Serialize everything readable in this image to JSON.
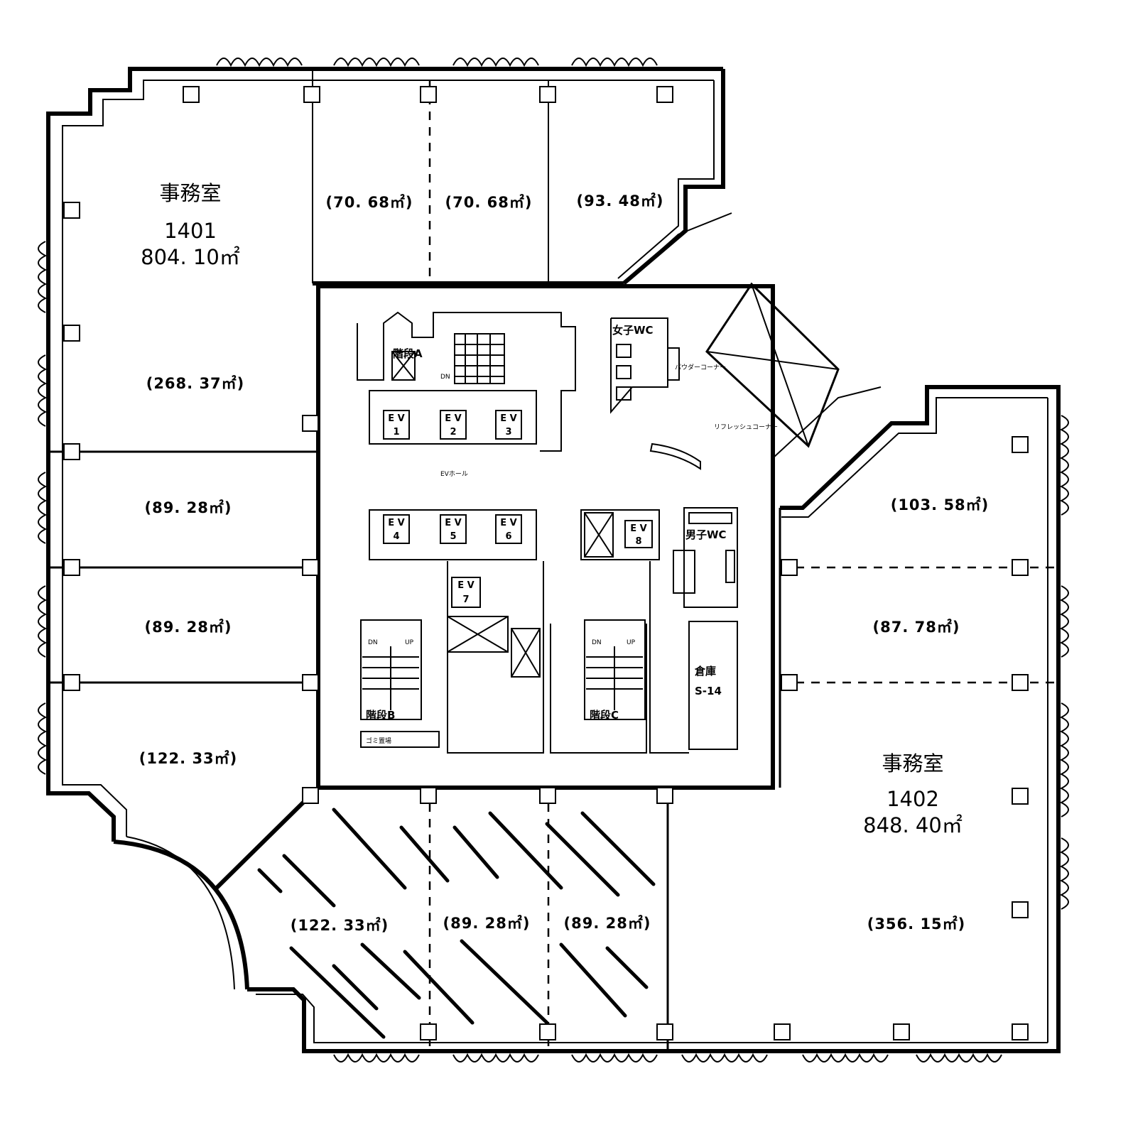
{
  "units": {
    "u1401": {
      "name": "事務室",
      "number": "1401",
      "total": "804. 10㎡"
    },
    "u1402": {
      "name": "事務室",
      "number": "1402",
      "total": "848. 40㎡"
    }
  },
  "areas": {
    "n1": "(70. 68㎡)",
    "n2": "(70. 68㎡)",
    "n3": "(93. 48㎡)",
    "w1": "(268. 37㎡)",
    "w2": "(89. 28㎡)",
    "w3": "(89. 28㎡)",
    "w4": "(122. 33㎡)",
    "s1": "(122. 33㎡)",
    "s2": "(89. 28㎡)",
    "s3": "(89. 28㎡)",
    "e1": "(103. 58㎡)",
    "e2": "(87. 78㎡)",
    "e3": "(356. 15㎡)"
  },
  "core": {
    "stairs_a": "階段A",
    "stairs_b": "階段B",
    "stairs_c": "階段C",
    "womens_wc": "女子WC",
    "mens_wc": "男子WC",
    "storage": "倉庫",
    "storage_code": "S-14",
    "garbage": "ゴミ置場",
    "ev_hall": "EVホール",
    "powder_corner": "パウダーコーナー",
    "refresh_corner": "リフレッシュコーナー",
    "dn": "DN",
    "up": "UP",
    "ev_label": "E V",
    "ev_numbers": [
      "1",
      "2",
      "3",
      "4",
      "5",
      "6",
      "7",
      "8"
    ]
  }
}
